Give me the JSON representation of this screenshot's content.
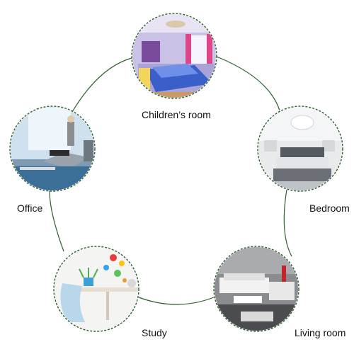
{
  "rooms": {
    "childrens_room": {
      "label": "Children’s room"
    },
    "bedroom": {
      "label": "Bedroom"
    },
    "living_room": {
      "label": "Living room"
    },
    "study": {
      "label": "Study"
    },
    "office": {
      "label": "Office"
    }
  },
  "colors": {
    "ring": "#2e5e2e",
    "connector": "#2e5e2e"
  }
}
